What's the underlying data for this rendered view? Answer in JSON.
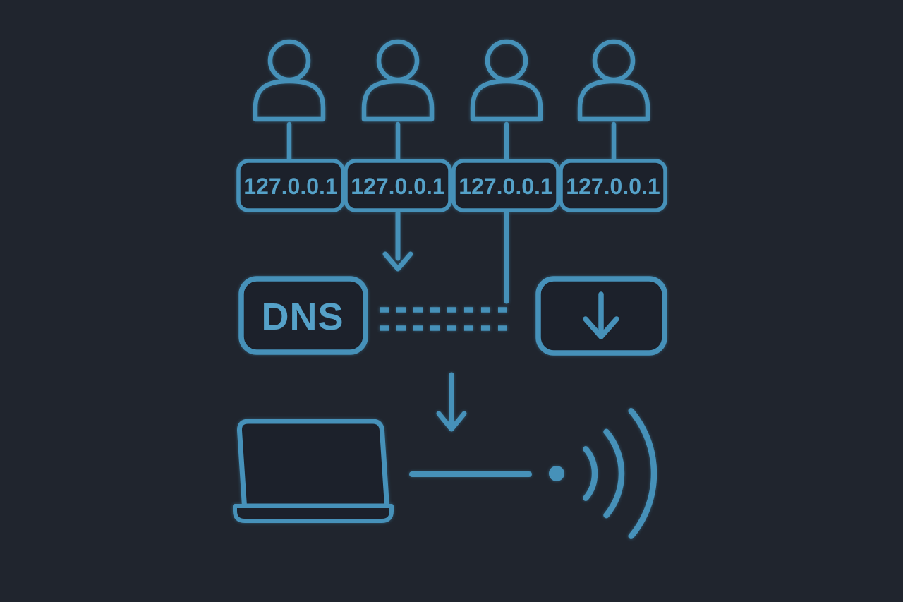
{
  "diagram": {
    "theme": {
      "background": "#20252E",
      "line_color": "#4691B9",
      "label_color": "#55A1C8",
      "shape_fill": "#1C212B"
    },
    "users": {
      "count": 4,
      "icon": "user-icon"
    },
    "ip_boxes": [
      {
        "label": "127.0.0.1"
      },
      {
        "label": "127.0.0.1"
      },
      {
        "label": "127.0.0.1"
      },
      {
        "label": "127.0.0.1"
      }
    ],
    "dns_box": {
      "label": "DNS"
    },
    "download_box": {
      "icon": "download-arrow-icon"
    },
    "connections": {
      "dns_download_link": "dashed",
      "flow": "users -> local IPs -> DNS/download -> laptop -> wifi"
    },
    "devices": {
      "laptop": "laptop-icon",
      "wifi": "wifi-signal-icon"
    }
  }
}
